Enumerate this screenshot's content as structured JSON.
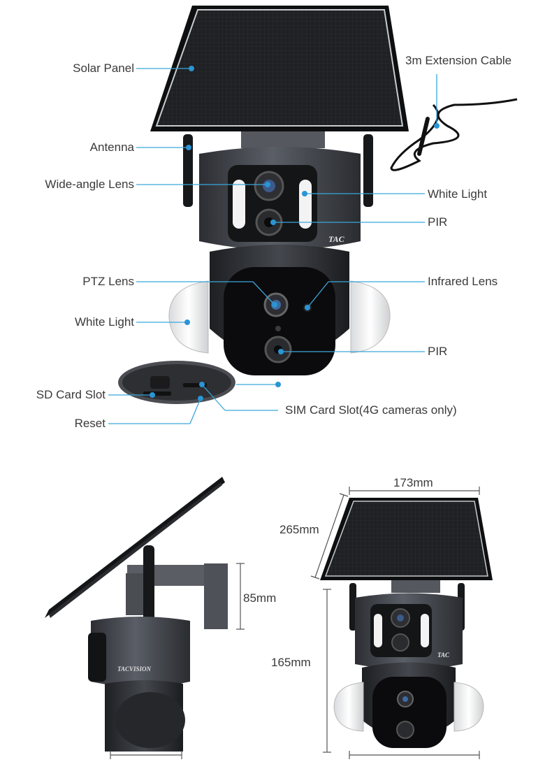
{
  "callouts": {
    "solar_panel": "Solar Panel",
    "extension_cable": "3m Extension Cable",
    "antenna": "Antenna",
    "wide_angle_lens": "Wide-angle Lens",
    "white_light_top": "White Light",
    "pir_top": "PIR",
    "ptz_lens": "PTZ Lens",
    "infrared_lens": "Infrared Lens",
    "white_light_side": "White Light",
    "pir_bottom": "PIR",
    "sd_card_slot": "SD Card Slot",
    "sim_card_slot": "SIM Card Slot(4G cameras only)",
    "reset": "Reset"
  },
  "dimensions": {
    "depth": "85mm",
    "panel_width": "173mm",
    "panel_depth": "265mm",
    "height": "165mm"
  },
  "branding": {
    "logo_short": "TAC",
    "logo_full": "TACVISION"
  },
  "colors": {
    "leader_line": "#3aa6dc",
    "dot": "#2a95d4",
    "body_dark": "#3c3f45",
    "panel": "#1b1c1f",
    "label_text": "#3a3a3a"
  }
}
